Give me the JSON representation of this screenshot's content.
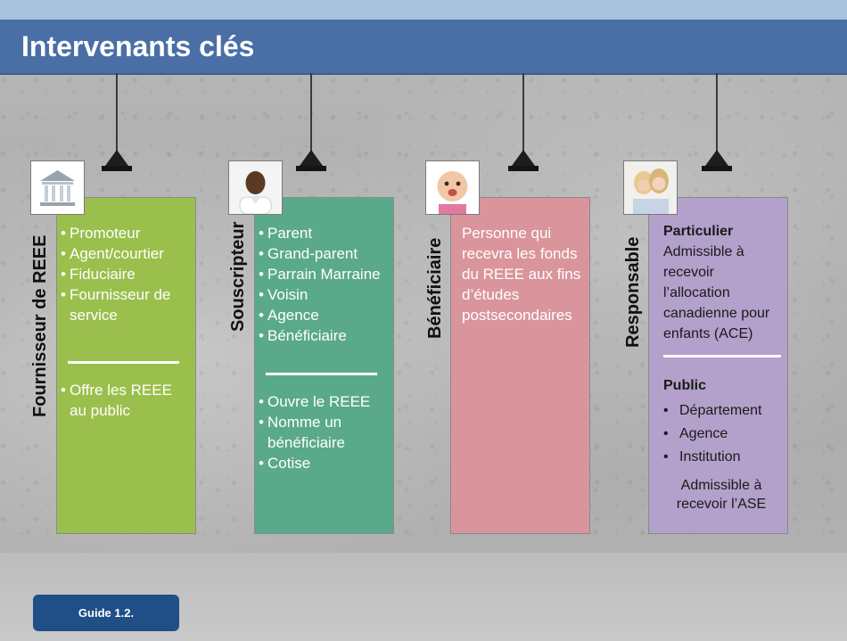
{
  "slide": {
    "title": "Intervenants clés",
    "footer_badge": "Guide 1.2."
  },
  "colors": {
    "title_bar": "#4a6ea6",
    "card_green": "#9bbf4c",
    "card_teal": "#5aa98b",
    "card_pink": "#d9959b",
    "card_purple": "#b3a0cb",
    "badge": "#1f4f86"
  },
  "cards": [
    {
      "label": "Fournisseur de REEE",
      "icon": "bank-building-icon",
      "items": [
        "Promoteur",
        "Agent/courtier",
        "Fiduciaire",
        "Fournisseur de service"
      ],
      "items_after": [
        "Offre les REEE au public"
      ]
    },
    {
      "label": "Souscripteur",
      "icon": "man-portrait-icon",
      "items": [
        "Parent",
        "Grand-parent",
        "Parrain Marraine",
        "Voisin",
        "Agence",
        "Bénéficiaire"
      ],
      "items_after": [
        "Ouvre le REEE",
        "Nomme un bénéficiaire",
        "Cotise"
      ]
    },
    {
      "label": "Bénéficiaire",
      "icon": "baby-portrait-icon",
      "text": "Personne qui recevra les fonds du REEE aux fins d’études postsecondaires"
    },
    {
      "label": "Responsable",
      "icon": "mother-daughter-portrait-icon",
      "particulier_heading": "Particulier",
      "particulier_text": "Admissible à recevoir l’allocation canadienne pour enfants (ACE)",
      "public_heading": "Public",
      "public_items": [
        "Département",
        "Agence",
        "Institution"
      ],
      "public_text": "Admissible à recevoir l’ASE"
    }
  ]
}
